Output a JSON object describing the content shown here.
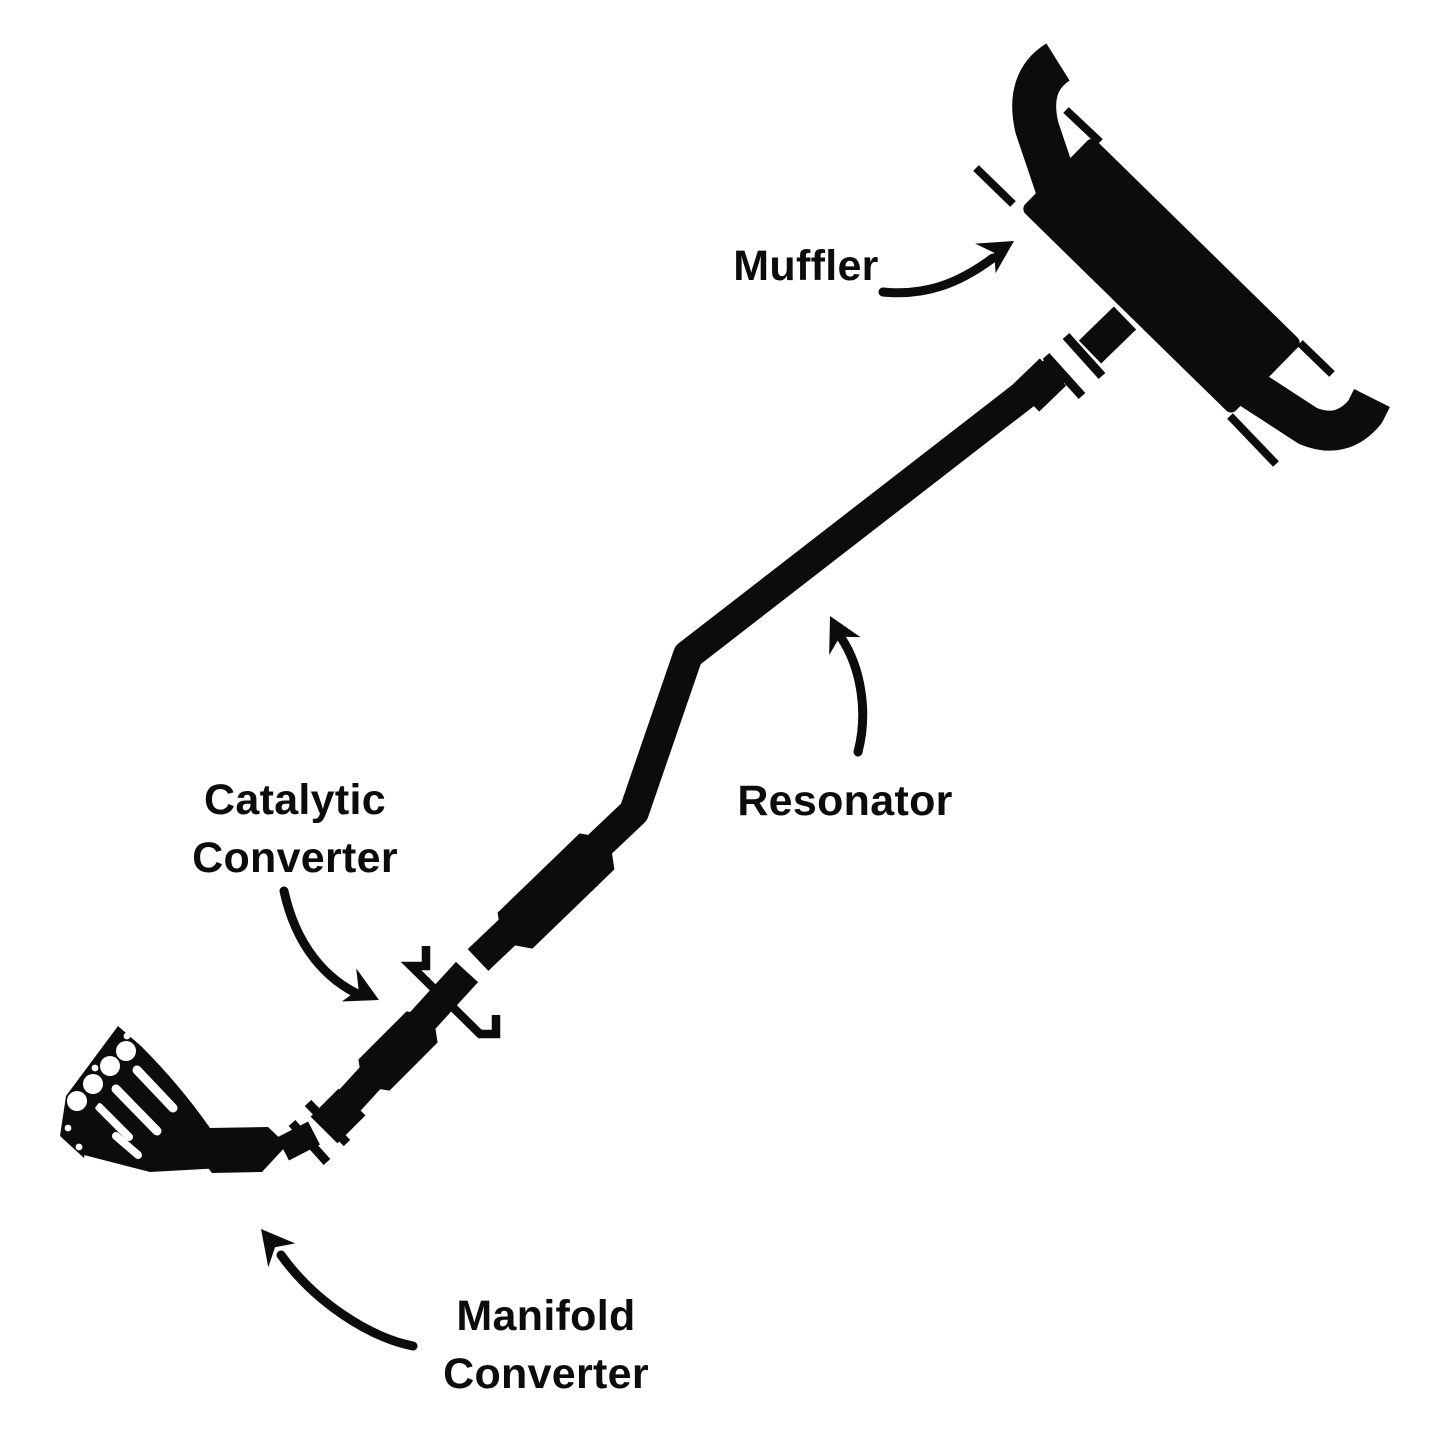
{
  "colors": {
    "ink": "#0c0c0c",
    "background": "#ffffff"
  },
  "labels": {
    "muffler": "Muffler",
    "resonator": "Resonator",
    "catalytic_converter": {
      "line1": "Catalytic",
      "line2": "Converter"
    },
    "manifold_converter": {
      "line1": "Manifold",
      "line2": "Converter"
    }
  }
}
